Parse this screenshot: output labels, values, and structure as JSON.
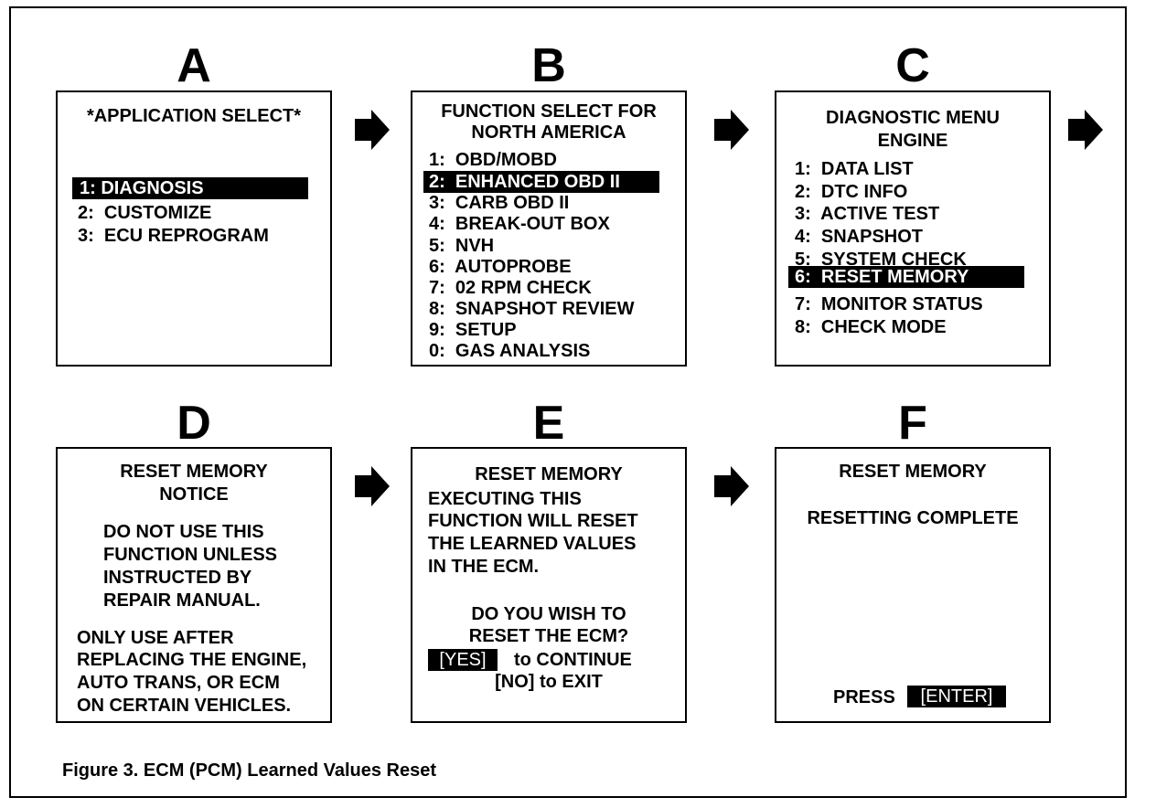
{
  "caption": "Figure 3. ECM (PCM) Learned Values Reset",
  "screens": {
    "a": {
      "letter": "A",
      "title": "*APPLICATION SELECT*",
      "items": [
        "1: DIAGNOSIS",
        "2:  CUSTOMIZE",
        "3:  ECU REPROGRAM"
      ],
      "selected_index": 0
    },
    "b": {
      "letter": "B",
      "title": [
        "FUNCTION SELECT FOR",
        "NORTH AMERICA"
      ],
      "items": [
        "1:  OBD/MOBD",
        "2:  ENHANCED OBD II",
        "3:  CARB OBD II",
        "4:  BREAK-OUT BOX",
        "5:  NVH",
        "6:  AUTOPROBE",
        "7:  02 RPM CHECK",
        "8:  SNAPSHOT REVIEW",
        "9:  SETUP",
        "0:  GAS ANALYSIS"
      ],
      "selected_index": 1
    },
    "c": {
      "letter": "C",
      "title": [
        "DIAGNOSTIC MENU",
        "ENGINE"
      ],
      "items": [
        "1:  DATA LIST",
        "2:  DTC INFO",
        "3:  ACTIVE TEST",
        "4:  SNAPSHOT",
        "5:  SYSTEM CHECK",
        "6:  RESET MEMORY",
        "7:  MONITOR STATUS",
        "8:  CHECK MODE"
      ],
      "selected_index": 5
    },
    "d": {
      "letter": "D",
      "title": [
        "RESET MEMORY",
        "NOTICE"
      ],
      "warning": [
        "DO NOT USE THIS",
        "FUNCTION UNLESS",
        "INSTRUCTED BY",
        "REPAIR MANUAL."
      ],
      "note": [
        "ONLY USE AFTER",
        "REPLACING THE ENGINE,",
        "AUTO TRANS, OR ECM",
        "ON CERTAIN VEHICLES."
      ]
    },
    "e": {
      "letter": "E",
      "title": "RESET MEMORY",
      "body": [
        "EXECUTING THIS",
        "FUNCTION WILL RESET",
        "THE LEARNED VALUES",
        "IN THE ECM."
      ],
      "question": [
        "DO YOU WISH TO",
        "RESET THE ECM?"
      ],
      "yes_key": "[YES]",
      "yes_text": "to CONTINUE",
      "no_line": "[NO] to EXIT"
    },
    "f": {
      "letter": "F",
      "title": "RESET MEMORY",
      "status": "RESETTING COMPLETE",
      "press_label": "PRESS",
      "enter_key": "[ENTER]"
    }
  },
  "arrow_icon": "right-arrow-icon"
}
